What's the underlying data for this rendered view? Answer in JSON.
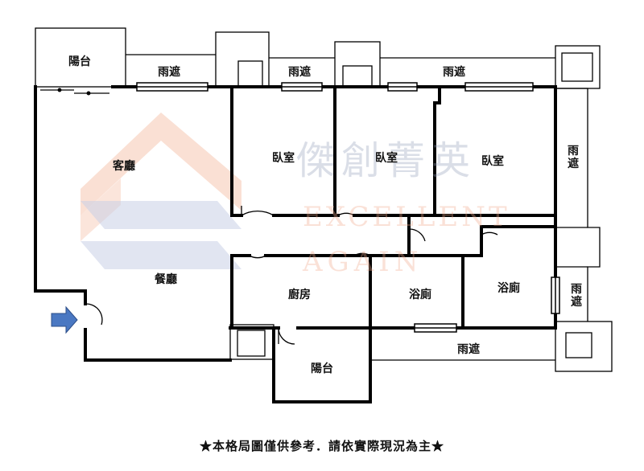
{
  "watermark": {
    "chinese": "傑創菁英",
    "english_line1": "EXCELLENT",
    "english_line2": "AGAIN"
  },
  "rooms": {
    "balcony_top": "陽台",
    "rain_shelter_1": "雨遮",
    "rain_shelter_2": "雨遮",
    "rain_shelter_3": "雨遮",
    "rain_shelter_right": "雨遮",
    "rain_shelter_right_lower": "雨遮",
    "rain_shelter_bottom": "雨遮",
    "living_room": "客廳",
    "dining_room": "餐廳",
    "bedroom_1": "臥室",
    "bedroom_2": "臥室",
    "bedroom_3": "臥室",
    "kitchen": "廚房",
    "bathroom_1": "浴廁",
    "bathroom_2": "浴廁",
    "balcony_bottom": "陽台"
  },
  "footer": "★本格局圖僅供參考．請依實際現況為主★",
  "icons": {
    "entrance": "entrance-arrow-icon"
  },
  "colors": {
    "wall": "#000000",
    "entrance_arrow": "#4a78c2",
    "logo_orange": "#f6c6b0",
    "logo_blue": "#c9d0e6"
  }
}
